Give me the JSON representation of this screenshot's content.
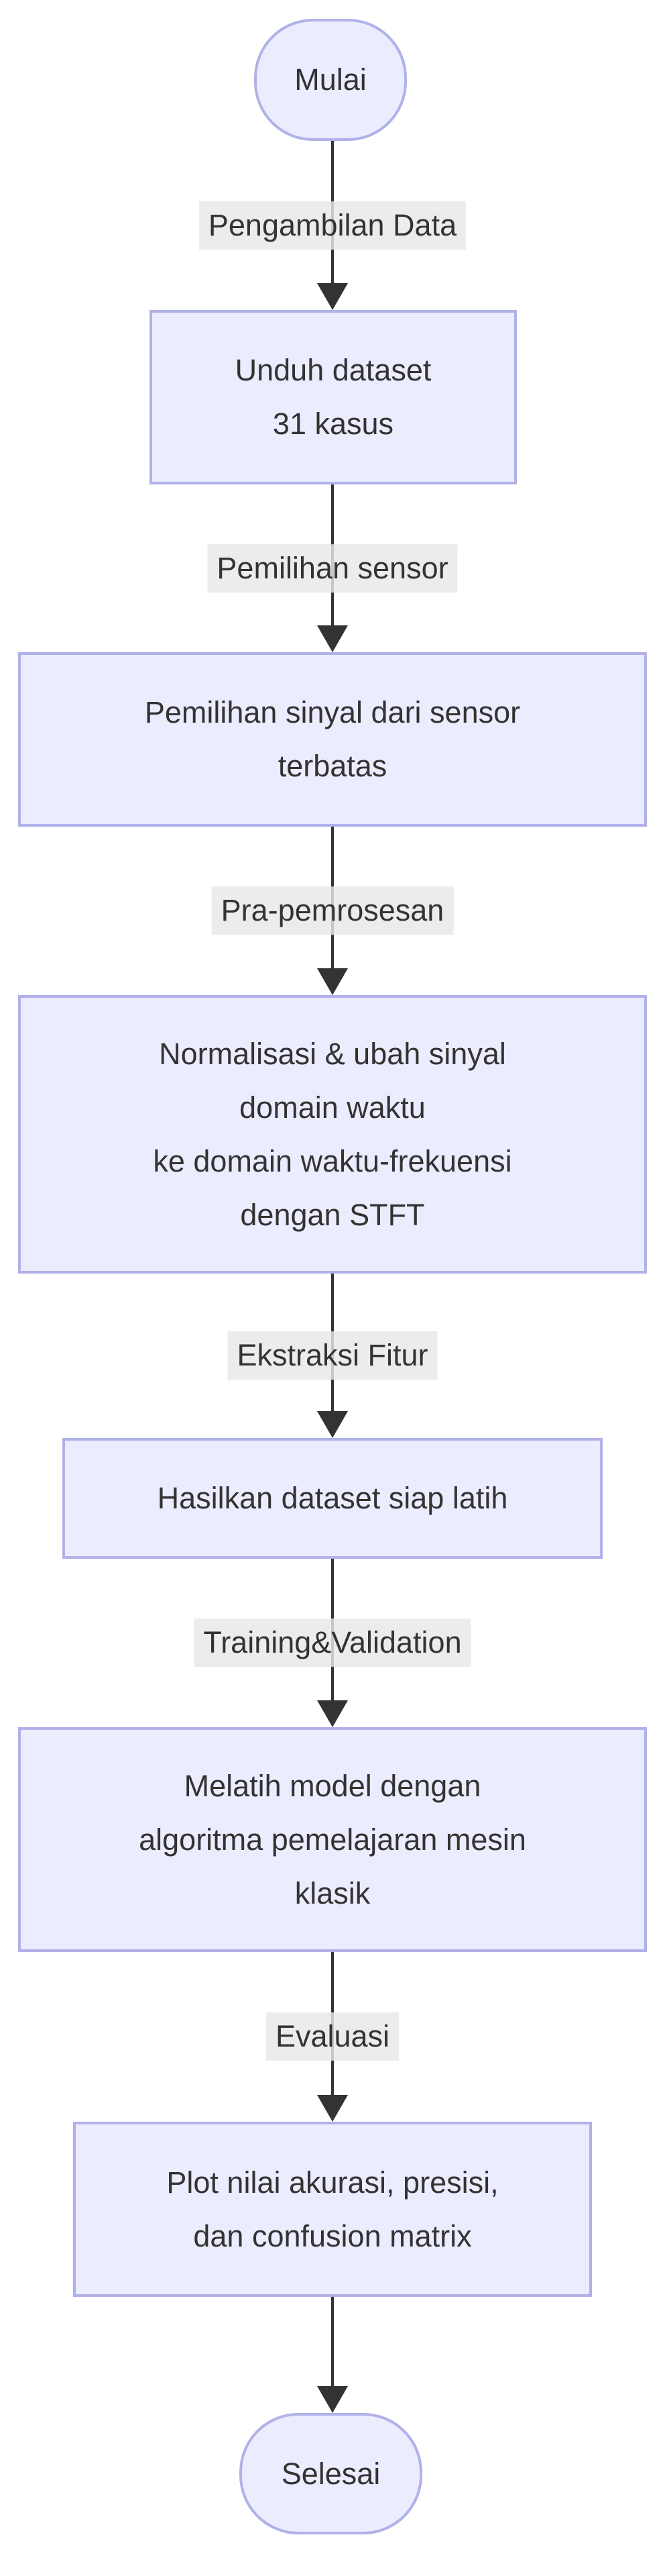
{
  "diagram": {
    "type": "flowchart",
    "direction": "top-down",
    "colors": {
      "background": "#ffffff",
      "node_fill": "#ECECFF",
      "node_border": "#b1b1ea",
      "edge_label_bg": "#e8e8e8",
      "edge_color": "#333333",
      "text_color": "#333333"
    },
    "nodes": [
      {
        "id": "start",
        "shape": "stadium",
        "label": "Mulai"
      },
      {
        "id": "download_dataset",
        "shape": "rect",
        "label": "Unduh dataset\n31 kasus"
      },
      {
        "id": "signal_selection",
        "shape": "rect",
        "label": "Pemilihan sinyal dari sensor\nterbatas"
      },
      {
        "id": "preprocessing",
        "shape": "rect",
        "label": "Normalisasi & ubah sinyal\ndomain waktu\nke domain waktu-frekuensi\ndengan STFT"
      },
      {
        "id": "dataset_ready",
        "shape": "rect",
        "label": "Hasilkan dataset siap latih"
      },
      {
        "id": "train_model",
        "shape": "rect",
        "label": "Melatih model dengan\nalgoritma pemelajaran mesin\nklasik"
      },
      {
        "id": "plot_results",
        "shape": "rect",
        "label": "Plot nilai akurasi, presisi,\ndan confusion matrix"
      },
      {
        "id": "end",
        "shape": "stadium",
        "label": "Selesai"
      }
    ],
    "edges": [
      {
        "from": "start",
        "to": "download_dataset",
        "label": "Pengambilan Data"
      },
      {
        "from": "download_dataset",
        "to": "signal_selection",
        "label": "Pemilihan sensor"
      },
      {
        "from": "signal_selection",
        "to": "preprocessing",
        "label": "Pra-pemrosesan"
      },
      {
        "from": "preprocessing",
        "to": "dataset_ready",
        "label": "Ekstraksi Fitur"
      },
      {
        "from": "dataset_ready",
        "to": "train_model",
        "label": "Training&Validation"
      },
      {
        "from": "train_model",
        "to": "plot_results",
        "label": "Evaluasi"
      },
      {
        "from": "plot_results",
        "to": "end",
        "label": ""
      }
    ]
  }
}
